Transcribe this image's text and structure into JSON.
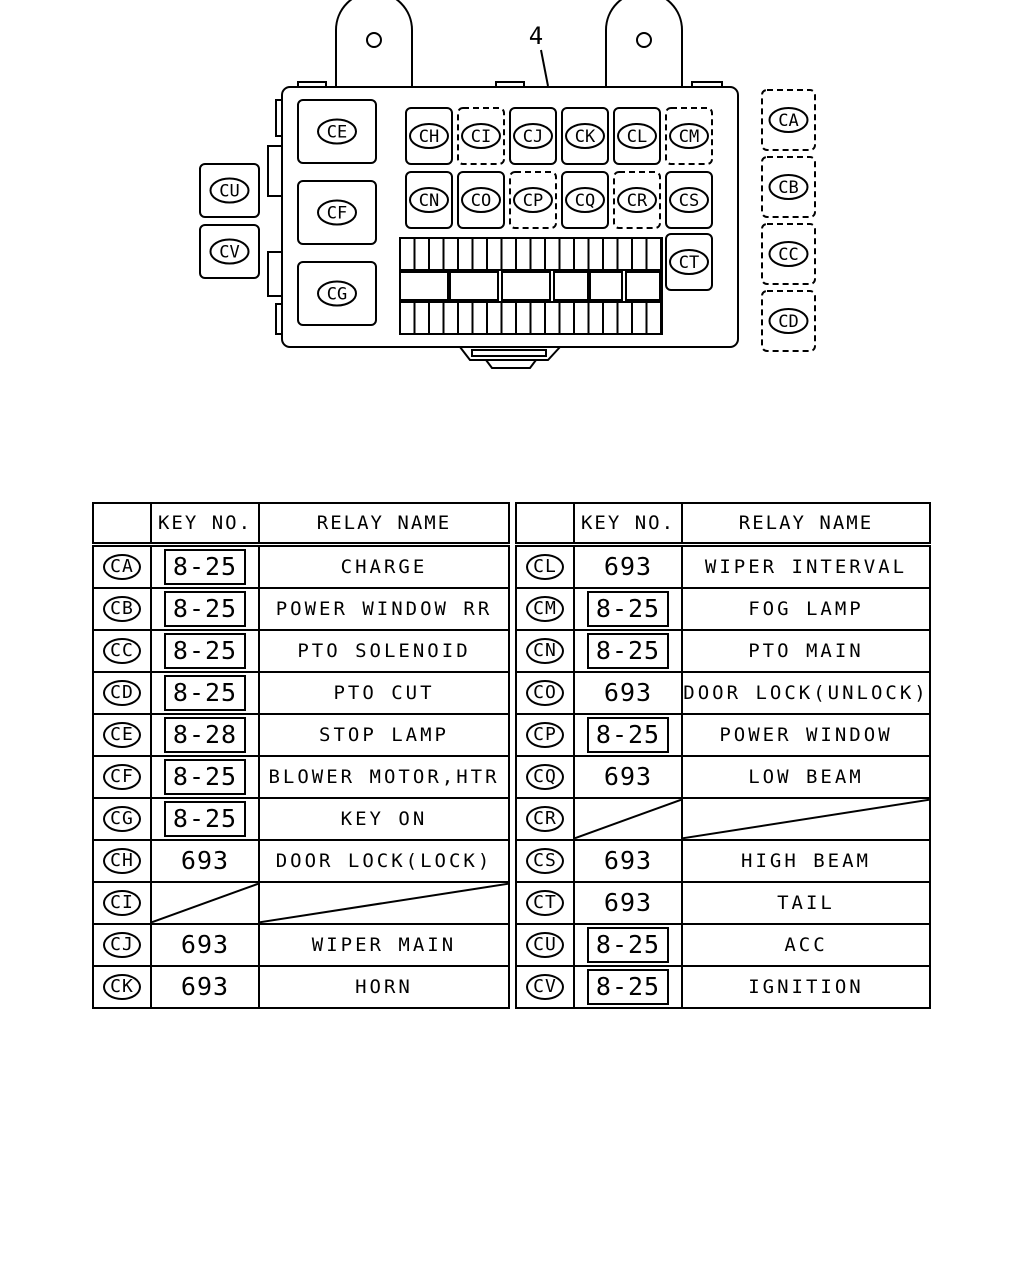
{
  "diagram": {
    "callout": "4",
    "box_relays": [
      {
        "code": "CH",
        "dashed": false
      },
      {
        "code": "CI",
        "dashed": true
      },
      {
        "code": "CJ",
        "dashed": false
      },
      {
        "code": "CK",
        "dashed": false
      },
      {
        "code": "CL",
        "dashed": false
      },
      {
        "code": "CM",
        "dashed": true
      },
      {
        "code": "CN",
        "dashed": false
      },
      {
        "code": "CO",
        "dashed": false
      },
      {
        "code": "CP",
        "dashed": true
      },
      {
        "code": "CQ",
        "dashed": false
      },
      {
        "code": "CR",
        "dashed": true
      },
      {
        "code": "CS",
        "dashed": false
      },
      {
        "code": "CT",
        "dashed": false
      }
    ],
    "large_relays": [
      "CE",
      "CF",
      "CG"
    ],
    "left_relays": [
      "CU",
      "CV"
    ],
    "right_relays": [
      "CA",
      "CB",
      "CC",
      "CD"
    ]
  },
  "table": {
    "headers": {
      "key_no": "KEY NO.",
      "relay_name": "RELAY NAME"
    },
    "left": [
      {
        "code": "CA",
        "key": "8-25",
        "boxed": true,
        "name": "CHARGE"
      },
      {
        "code": "CB",
        "key": "8-25",
        "boxed": true,
        "name": "POWER WINDOW RR"
      },
      {
        "code": "CC",
        "key": "8-25",
        "boxed": true,
        "name": "PTO SOLENOID"
      },
      {
        "code": "CD",
        "key": "8-25",
        "boxed": true,
        "name": "PTO CUT"
      },
      {
        "code": "CE",
        "key": "8-28",
        "boxed": true,
        "name": "STOP LAMP"
      },
      {
        "code": "CF",
        "key": "8-25",
        "boxed": true,
        "name": "BLOWER MOTOR,HTR"
      },
      {
        "code": "CG",
        "key": "8-25",
        "boxed": true,
        "name": "KEY ON"
      },
      {
        "code": "CH",
        "key": "693",
        "boxed": false,
        "name": "DOOR LOCK(LOCK)"
      },
      {
        "code": "CI",
        "key": "",
        "boxed": false,
        "name": "",
        "empty": true
      },
      {
        "code": "CJ",
        "key": "693",
        "boxed": false,
        "name": "WIPER MAIN"
      },
      {
        "code": "CK",
        "key": "693",
        "boxed": false,
        "name": "HORN"
      }
    ],
    "right": [
      {
        "code": "CL",
        "key": "693",
        "boxed": false,
        "name": "WIPER INTERVAL"
      },
      {
        "code": "CM",
        "key": "8-25",
        "boxed": true,
        "name": "FOG LAMP"
      },
      {
        "code": "CN",
        "key": "8-25",
        "boxed": true,
        "name": "PTO MAIN"
      },
      {
        "code": "CO",
        "key": "693",
        "boxed": false,
        "name": "DOOR LOCK(UNLOCK)"
      },
      {
        "code": "CP",
        "key": "8-25",
        "boxed": true,
        "name": "POWER WINDOW"
      },
      {
        "code": "CQ",
        "key": "693",
        "boxed": false,
        "name": "LOW BEAM"
      },
      {
        "code": "CR",
        "key": "",
        "boxed": false,
        "name": "",
        "empty": true
      },
      {
        "code": "CS",
        "key": "693",
        "boxed": false,
        "name": "HIGH BEAM"
      },
      {
        "code": "CT",
        "key": "693",
        "boxed": false,
        "name": "TAIL"
      },
      {
        "code": "CU",
        "key": "8-25",
        "boxed": true,
        "name": "ACC"
      },
      {
        "code": "CV",
        "key": "8-25",
        "boxed": true,
        "name": "IGNITION"
      }
    ]
  }
}
